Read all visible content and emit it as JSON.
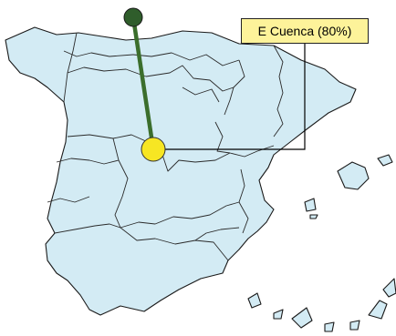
{
  "map": {
    "callout": {
      "label": "E Cuenca (80%)",
      "background": "#fdf39a"
    },
    "colors": {
      "land": "#d3ebf4",
      "border": "#1a1a1a",
      "connector": "#3b6e2c",
      "start_marker": "#2f5d2b",
      "target_marker": "#f7e623",
      "leader_line": "#000000"
    },
    "markers": {
      "start": {
        "name": "origin-marker"
      },
      "target": {
        "name": "target-marker"
      }
    }
  }
}
